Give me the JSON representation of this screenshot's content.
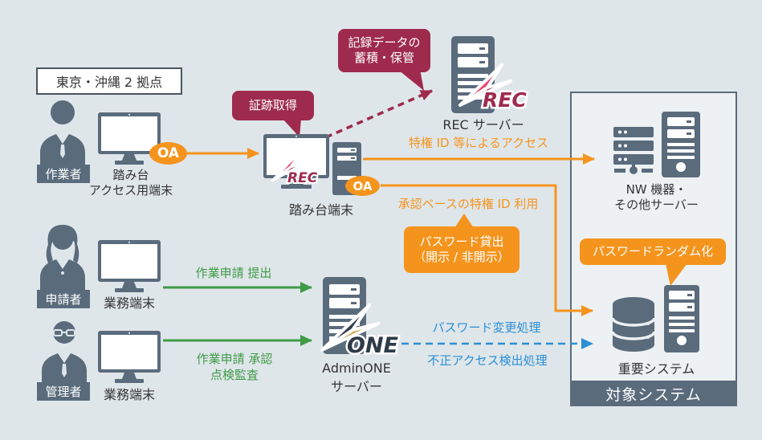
{
  "diagram": {
    "site_label": "東京・沖縄 2 拠点",
    "actors": {
      "worker": {
        "badge": "作業者",
        "terminal_line1": "踏み台",
        "terminal_line2": "アクセス用端末"
      },
      "applicant": {
        "badge": "申請者",
        "terminal": "業務端末"
      },
      "manager": {
        "badge": "管理者",
        "terminal": "業務端末"
      }
    },
    "bastion": {
      "label": "踏み台端末",
      "logo": "REC"
    },
    "rec_server": {
      "label": "REC サーバー",
      "logo": "REC"
    },
    "adminone_server": {
      "label_line1": "AdminONE",
      "label_line2": "サーバー",
      "logo": "ONE"
    },
    "target_system": {
      "footer": "対象システム",
      "nw": {
        "label_line1": "NW 機器・",
        "label_line2": "その他サーバー"
      },
      "critical": {
        "label": "重要システム"
      }
    },
    "callouts": {
      "evidence": "証跡取得",
      "record_line1": "記録データの",
      "record_line2": "蓄積・保管",
      "lend_line1": "パスワード貸出",
      "lend_line2": "（開示 / 非開示）",
      "randomize": "パスワードランダム化"
    },
    "flows": {
      "oa": "OA",
      "privileged_access": "特権 ID 等によるアクセス",
      "approval_based": "承認ベースの特権 ID 利用",
      "submit": "作業申請 提出",
      "approve": "作業申請 承認",
      "audit": "点検監査",
      "pw_change": "パスワード変更処理",
      "fraud_detect": "不正アクセス検出処理"
    },
    "colors": {
      "background": "#dfe6ea",
      "slate": "#5a6b7c",
      "maroon": "#9e2b4e",
      "pink": "#e8476f",
      "orange": "#f5941d",
      "green": "#3f9b46",
      "blue": "#2b8fd6",
      "gold": "#d9a55f",
      "navy": "#2f3b49"
    }
  }
}
